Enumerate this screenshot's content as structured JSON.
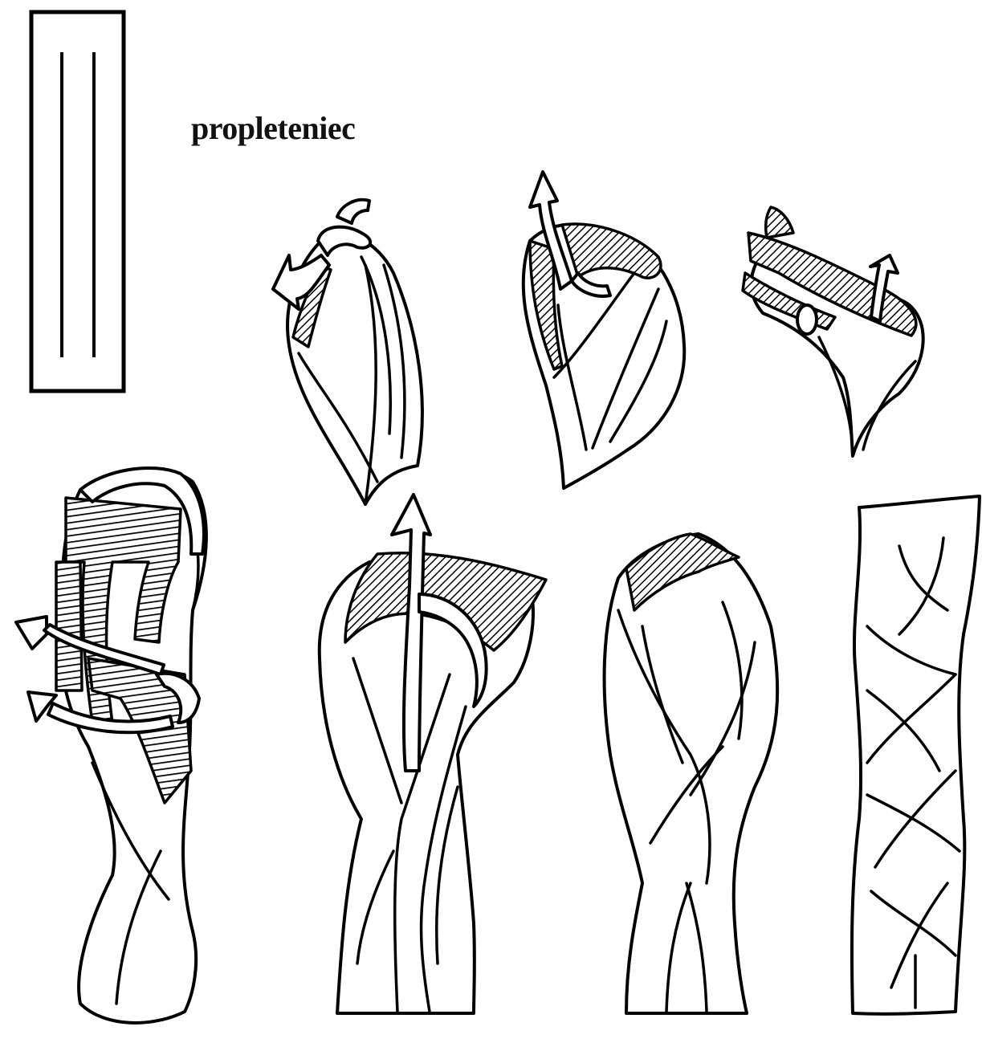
{
  "caption": "propleteniec",
  "colors": {
    "ink": "#000000",
    "paper": "#ffffff"
  },
  "figures": [
    {
      "name": "strand-pattern-rectangle"
    },
    {
      "name": "braid-step-1"
    },
    {
      "name": "braid-step-2"
    },
    {
      "name": "braid-step-3"
    },
    {
      "name": "braid-step-4"
    },
    {
      "name": "braid-step-5"
    },
    {
      "name": "braid-step-6"
    },
    {
      "name": "braid-finished"
    }
  ]
}
